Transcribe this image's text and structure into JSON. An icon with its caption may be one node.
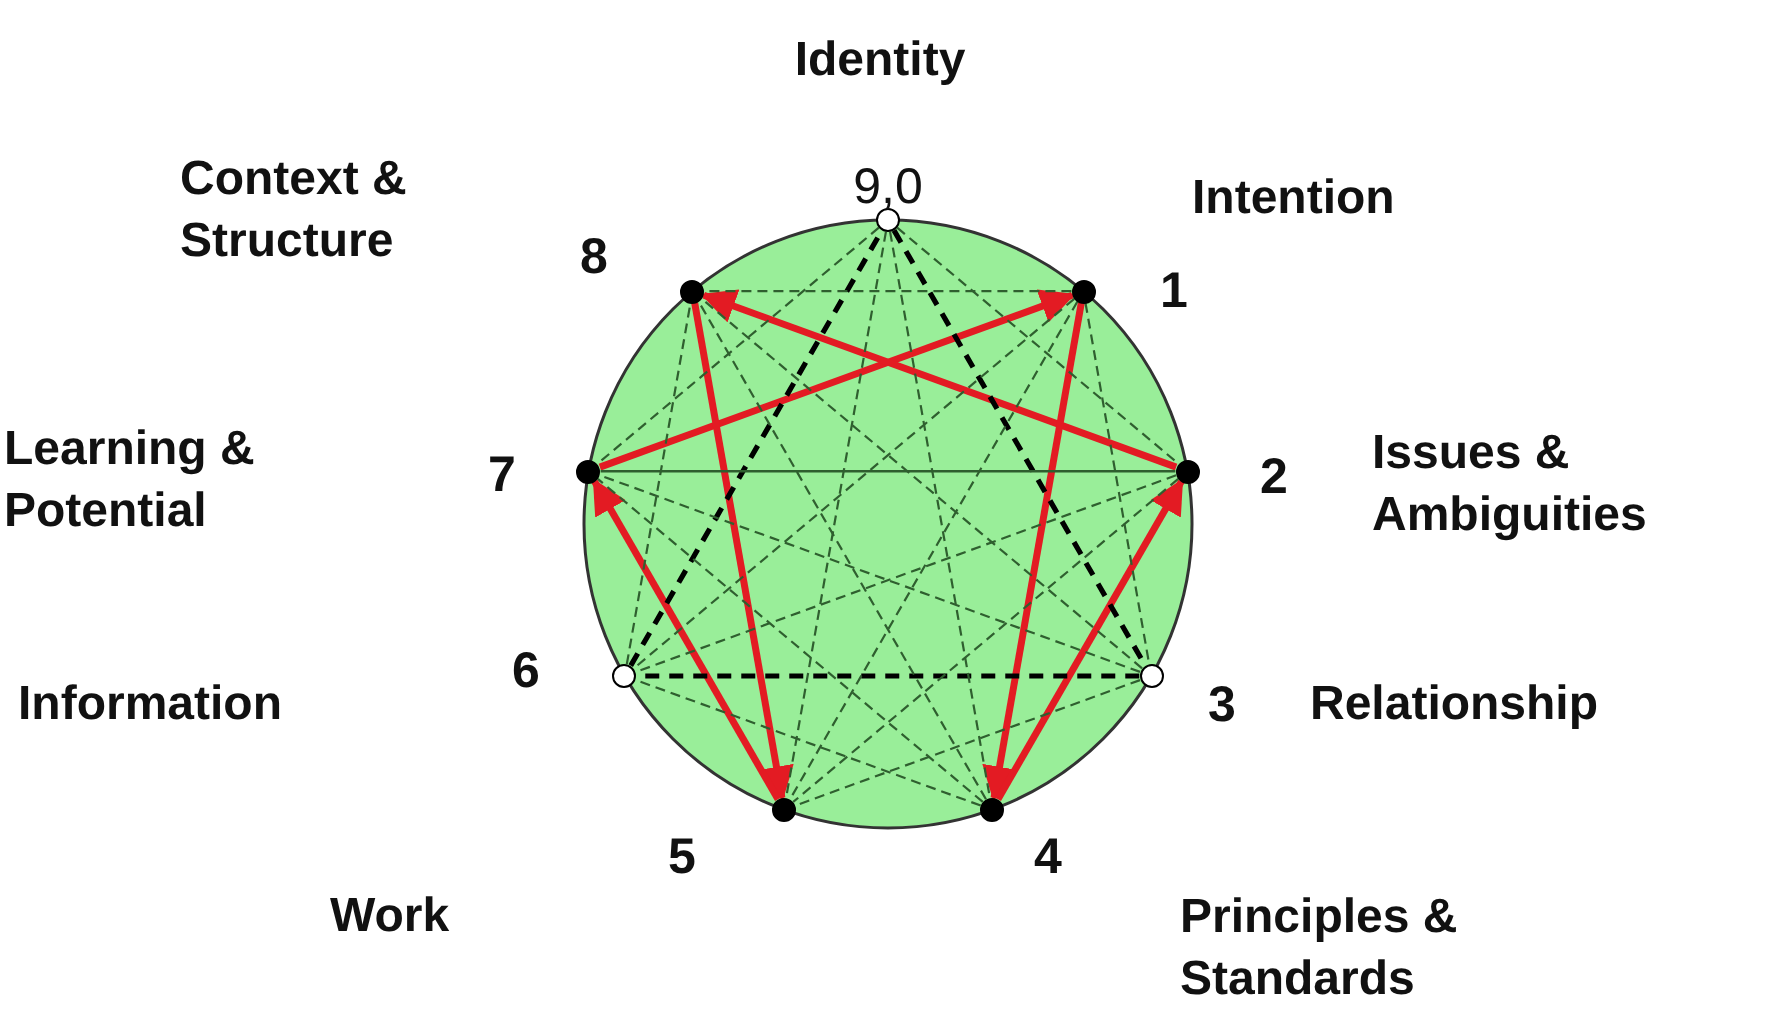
{
  "diagram": {
    "nodes": [
      {
        "text": [
          "9,0"
        ]
      },
      {
        "text": [
          "1"
        ]
      },
      {
        "text": [
          "2"
        ]
      },
      {
        "text": [
          "3"
        ]
      },
      {
        "text": [
          "4"
        ]
      },
      {
        "text": [
          "5"
        ]
      },
      {
        "text": [
          "6"
        ]
      },
      {
        "text": [
          "7"
        ]
      },
      {
        "text": [
          "8"
        ]
      }
    ],
    "edges": [
      {
        "from": 7,
        "to": 1,
        "arrow": "to",
        "style": "thick",
        "color": "#e31b23"
      },
      {
        "from": 2,
        "to": 8,
        "arrow": "to",
        "style": "thick",
        "color": "#e31b23"
      },
      {
        "from": 1,
        "to": 4,
        "arrow": "to",
        "style": "thick",
        "color": "#e31b23"
      },
      {
        "from": 4,
        "to": 2,
        "arrow": "to",
        "style": "thick",
        "color": "#e31b23"
      },
      {
        "from": 8,
        "to": 5,
        "arrow": "to",
        "style": "thick",
        "color": "#e31b23"
      },
      {
        "from": 5,
        "to": 7,
        "arrow": "to",
        "style": "thick",
        "color": "#e31b23"
      },
      {
        "from": 0,
        "to": 3,
        "arrow": "none",
        "style": "dashed",
        "color": "#000000"
      },
      {
        "from": 3,
        "to": 6,
        "arrow": "none",
        "style": "dashed",
        "color": "#000000"
      },
      {
        "from": 6,
        "to": 0,
        "arrow": "none",
        "style": "dashed",
        "color": "#000000"
      },
      {
        "from": 7,
        "to": 2,
        "arrow": "none"
      },
      {
        "from": 0,
        "to": 2,
        "arrow": "none",
        "style": "dashed"
      },
      {
        "from": 0,
        "to": 4,
        "arrow": "none",
        "style": "dashed"
      },
      {
        "from": 0,
        "to": 5,
        "arrow": "none",
        "style": "dashed"
      },
      {
        "from": 0,
        "to": 7,
        "arrow": "none",
        "style": "dashed"
      },
      {
        "from": 1,
        "to": 3,
        "arrow": "none",
        "style": "dashed"
      },
      {
        "from": 1,
        "to": 5,
        "arrow": "none",
        "style": "dashed"
      },
      {
        "from": 1,
        "to": 6,
        "arrow": "none",
        "style": "dashed"
      },
      {
        "from": 1,
        "to": 8,
        "arrow": "none",
        "style": "dashed"
      },
      {
        "from": 2,
        "to": 5,
        "arrow": "none",
        "style": "dashed"
      },
      {
        "from": 2,
        "to": 6,
        "arrow": "none",
        "style": "dashed"
      },
      {
        "from": 3,
        "to": 5,
        "arrow": "none",
        "style": "dashed"
      },
      {
        "from": 3,
        "to": 7,
        "arrow": "none",
        "style": "dashed"
      },
      {
        "from": 3,
        "to": 8,
        "arrow": "none",
        "style": "dashed"
      },
      {
        "from": 4,
        "to": 6,
        "arrow": "none",
        "style": "dashed"
      },
      {
        "from": 4,
        "to": 7,
        "arrow": "none",
        "style": "dashed"
      },
      {
        "from": 4,
        "to": 8,
        "arrow": "none",
        "style": "dashed"
      },
      {
        "from": 6,
        "to": 8,
        "arrow": "none",
        "style": "dashed"
      }
    ],
    "labels": [
      "Identity",
      "Context & Structure",
      "Intention",
      "Learning & Potential",
      "Issues & Ambiguities",
      "Information",
      "Relationship",
      "Work",
      "Principles & Standards"
    ]
  }
}
